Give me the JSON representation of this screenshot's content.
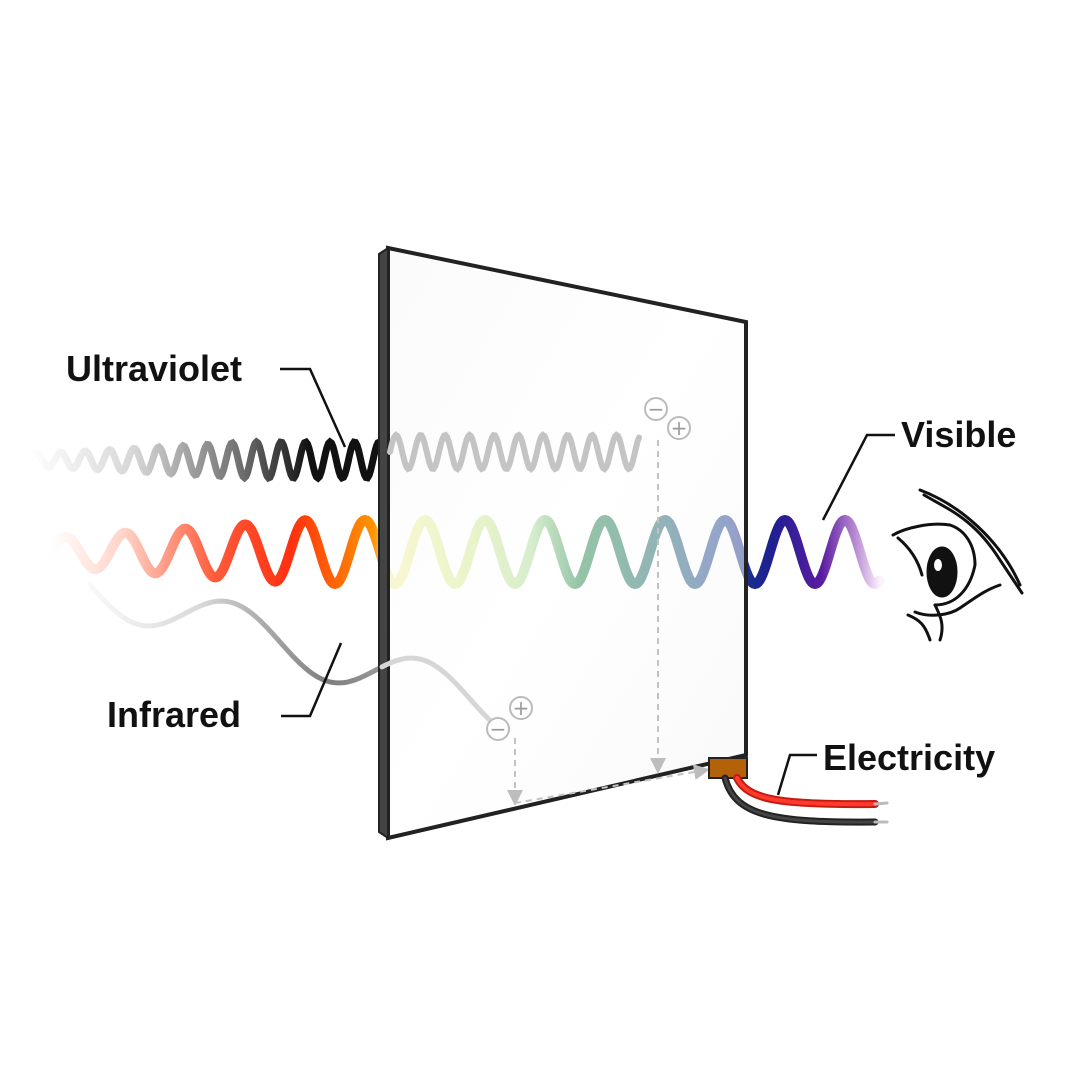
{
  "labels": {
    "ultraviolet": "Ultraviolet",
    "visible": "Visible",
    "infrared": "Infrared",
    "electricity": "Electricity"
  },
  "charges": {
    "minus": "−",
    "plus": "+"
  },
  "colors": {
    "ultraviolet_wave": [
      "#e6e6e6",
      "#b0b0b0",
      "#555555",
      "#111111"
    ],
    "ultraviolet_transmitted": "#bdbdbd",
    "visible_spectrum": [
      "#ffd7cf",
      "#ff7a5c",
      "#ff2a10",
      "#ff8c00",
      "#f6f3a0",
      "#cfe98a",
      "#a3d98c",
      "#0f7a3a",
      "#0d5f5a",
      "#163e8c",
      "#1c1f8f",
      "#5a1aa0",
      "#a777c9",
      "#f1e2f5"
    ],
    "infrared_wave": [
      "#ececec",
      "#bdbdbd",
      "#8a8a8a",
      "#d0d0d0"
    ],
    "panel_edge": "#222222",
    "wire_red": "#e8261c",
    "wire_black": "#222222",
    "connector": "#b4620a"
  },
  "icons": [
    "eye-icon",
    "minus-charge-icon",
    "plus-charge-icon"
  ]
}
